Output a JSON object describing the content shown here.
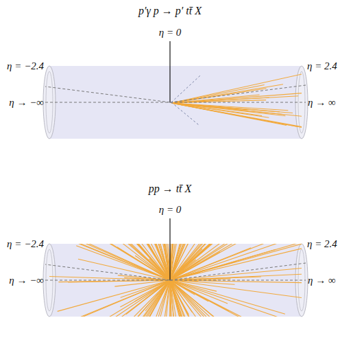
{
  "diagram": {
    "labels": [
      "p′γ p → p′ tt̄ X",
      "η = 0",
      "η = −2.4",
      "η = 2.4",
      "η → −∞",
      "η → ∞",
      "pp → tt̄ X",
      "η = 0",
      "η = −2.4",
      "η = 2.4",
      "η → −∞",
      "η → ∞"
    ]
  }
}
